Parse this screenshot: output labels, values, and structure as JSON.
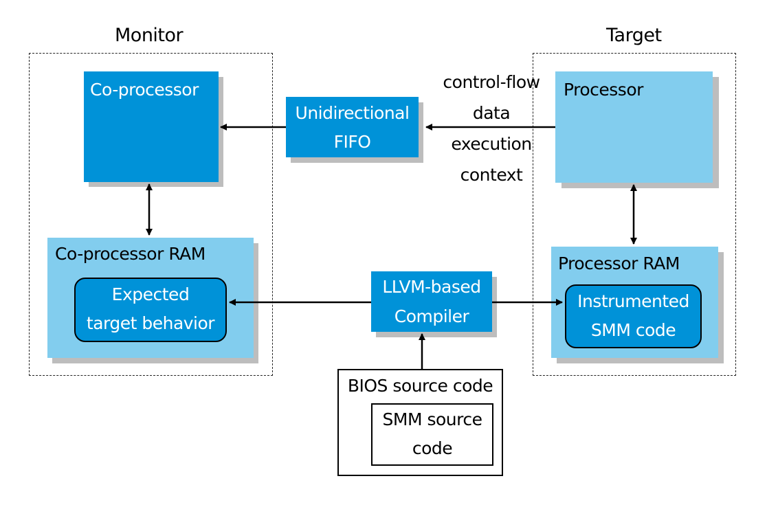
{
  "regions": {
    "monitor_label": "Monitor",
    "target_label": "Target"
  },
  "monitor": {
    "coprocessor": "Co-processor",
    "coprocessor_ram": "Co-processor RAM",
    "expected_behavior_line1": "Expected",
    "expected_behavior_line2": "target behavior"
  },
  "fifo": {
    "line1": "Unidirectional",
    "line2": "FIFO"
  },
  "channel_labels": {
    "line1": "control-flow",
    "line2": "data",
    "line3": "execution",
    "line4": "context"
  },
  "target": {
    "processor": "Processor",
    "processor_ram": "Processor RAM",
    "instrumented_line1": "Instrumented",
    "instrumented_line2": "SMM code"
  },
  "compiler": {
    "line1": "LLVM-based",
    "line2": "Compiler"
  },
  "bios": {
    "title": "BIOS source code",
    "smm_line1": "SMM source",
    "smm_line2": "code"
  },
  "colors": {
    "dark_box": "#0092d8",
    "light_box": "#82cdee",
    "shadow": "#bdbdbd"
  }
}
